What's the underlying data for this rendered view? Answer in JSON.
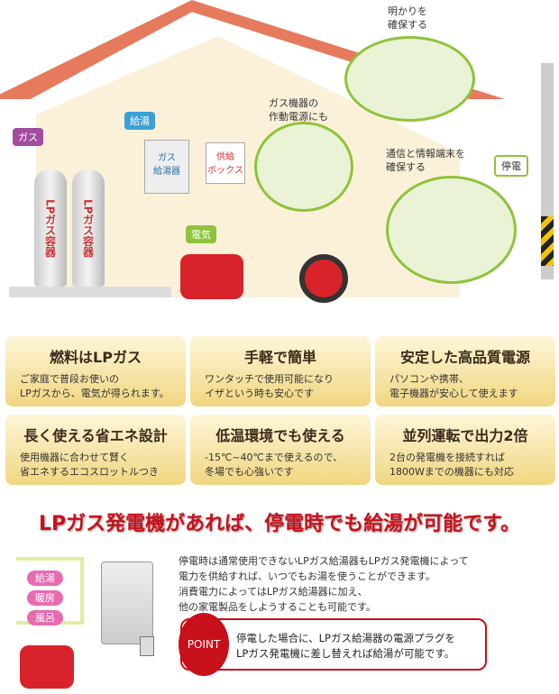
{
  "illustration": {
    "gas_tag": "ガス",
    "hot_water_tag": "給湯",
    "heater_label": "ガス\n給湯器",
    "supply_box_label": "供給\nボックス",
    "electric_tag": "電気",
    "tank_label": "LPガス容器",
    "tank2_label": "LPガス容器",
    "gas_appliance_note": "ガス機器の\n作動電源にも",
    "light_note": "明かりを\n確保する",
    "comm_note": "通信と情報端末を\n確保する",
    "outage_tag": "停電"
  },
  "features": [
    {
      "title": "燃料はLPガス",
      "line1": "ご家庭で普段お使いの",
      "line2": "LPガスから、電気が得られます。"
    },
    {
      "title": "手軽で簡単",
      "line1": "ワンタッチで使用可能になり",
      "line2": "イザという時も安心です"
    },
    {
      "title": "安定した高品質電源",
      "line1": "パソコンや携帯、",
      "line2": "電子機器が安心して使えます"
    },
    {
      "title": "長く使える省エネ設計",
      "line1": "使用機器に合わせて賢く",
      "line2": "省エネするエコスロットルつき"
    },
    {
      "title": "低温環境でも使える",
      "line1": "-15℃~40℃まで使えるので、",
      "line2": "冬場でも心強いです"
    },
    {
      "title": "並列運転で出力2倍",
      "line1": "2台の発電機を接続すれば",
      "line2": "1800Wまでの機器にも対応"
    }
  ],
  "headline": "LPガス発電機があれば、停電時でも給湯が可能です。",
  "uses": [
    "給湯",
    "暖房",
    "風呂"
  ],
  "description": [
    "停電時は通常使用できないLPガス給湯器もLPガス発電機によって",
    "電力を供給すれば、いつでもお湯を使うことができます。",
    "消費電力によってはLPガス給湯器に加え、",
    "他の家電製品をしようすることも可能です。"
  ],
  "point": {
    "badge": "POINT",
    "line1": "停電した場合に、LPガス給湯器の電源プラグを",
    "line2": "LPガス発電機に差し替えれば給湯が可能です。"
  }
}
